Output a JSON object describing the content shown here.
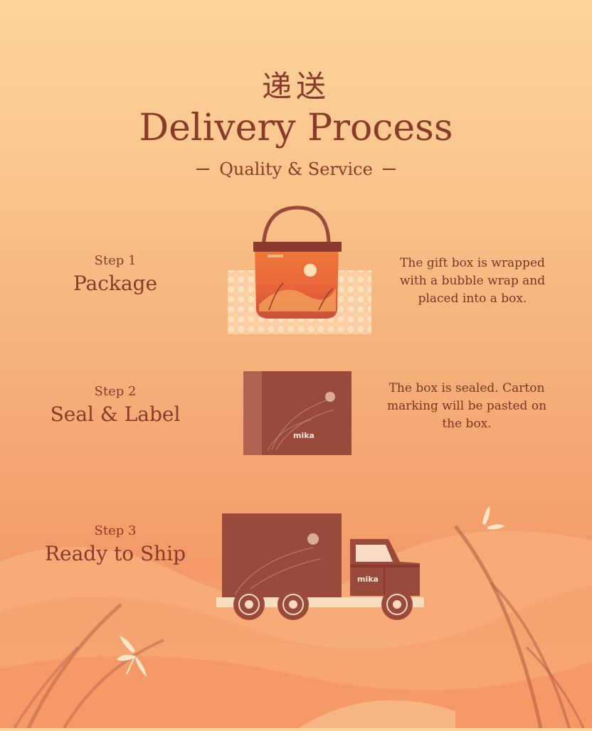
{
  "header": {
    "cn_title": "递送",
    "title": "Delivery Process",
    "subtitle": "Quality & Service"
  },
  "steps": [
    {
      "number": "Step 1",
      "title": "Package",
      "description": "The gift box is wrapped with a bubble wrap and placed into a box."
    },
    {
      "number": "Step 2",
      "title": "Seal & Label",
      "description": "The box is sealed. Carton marking will be pasted on the box."
    },
    {
      "number": "Step 3",
      "title": "Ready to Ship"
    }
  ],
  "brand": {
    "logo_text": "mika"
  },
  "colors": {
    "primary_text": "#8a3a2a",
    "box_brown": "#9a4a3a",
    "box_light": "#a85a46",
    "cream": "#f6dcc0",
    "background_top": "#fbd49c",
    "background_bottom": "#f39a68"
  }
}
